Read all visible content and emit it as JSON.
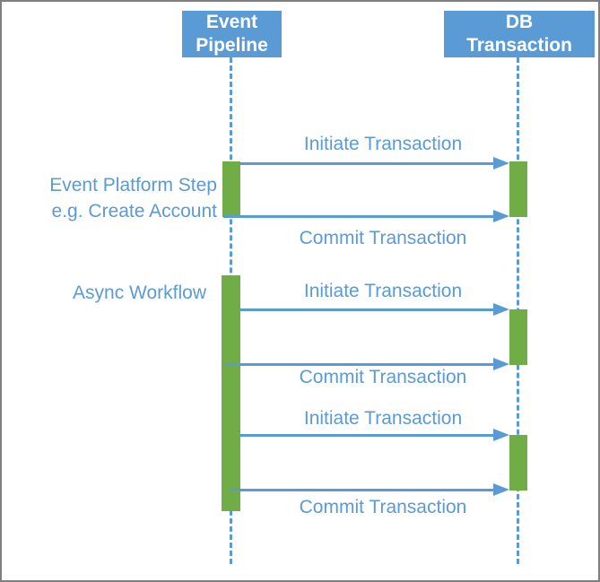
{
  "diagram_type": "uml-sequence-diagram",
  "colors": {
    "accent_blue": "#5B9BD5",
    "activation_green": "#70AD47",
    "frame_gray": "#7F7F7F",
    "header_text_white": "#FFFFFF"
  },
  "actors": [
    {
      "id": "event-pipeline",
      "line1": "Event",
      "line2": "Pipeline"
    },
    {
      "id": "db-transaction",
      "line1": "DB",
      "line2": "Transaction"
    }
  ],
  "notes": [
    {
      "line1": "Event Platform Step",
      "line2": "e.g. Create Account"
    },
    {
      "line1": "Async Workflow"
    }
  ],
  "messages": [
    {
      "label": "Initiate Transaction",
      "from": "event-pipeline",
      "to": "db-transaction"
    },
    {
      "label": "Commit Transaction",
      "from": "event-pipeline",
      "to": "db-transaction"
    },
    {
      "label": "Initiate Transaction",
      "from": "event-pipeline",
      "to": "db-transaction"
    },
    {
      "label": "Commit Transaction",
      "from": "event-pipeline",
      "to": "db-transaction"
    },
    {
      "label": "Initiate Transaction",
      "from": "event-pipeline",
      "to": "db-transaction"
    },
    {
      "label": "Commit Transaction",
      "from": "event-pipeline",
      "to": "db-transaction"
    }
  ]
}
